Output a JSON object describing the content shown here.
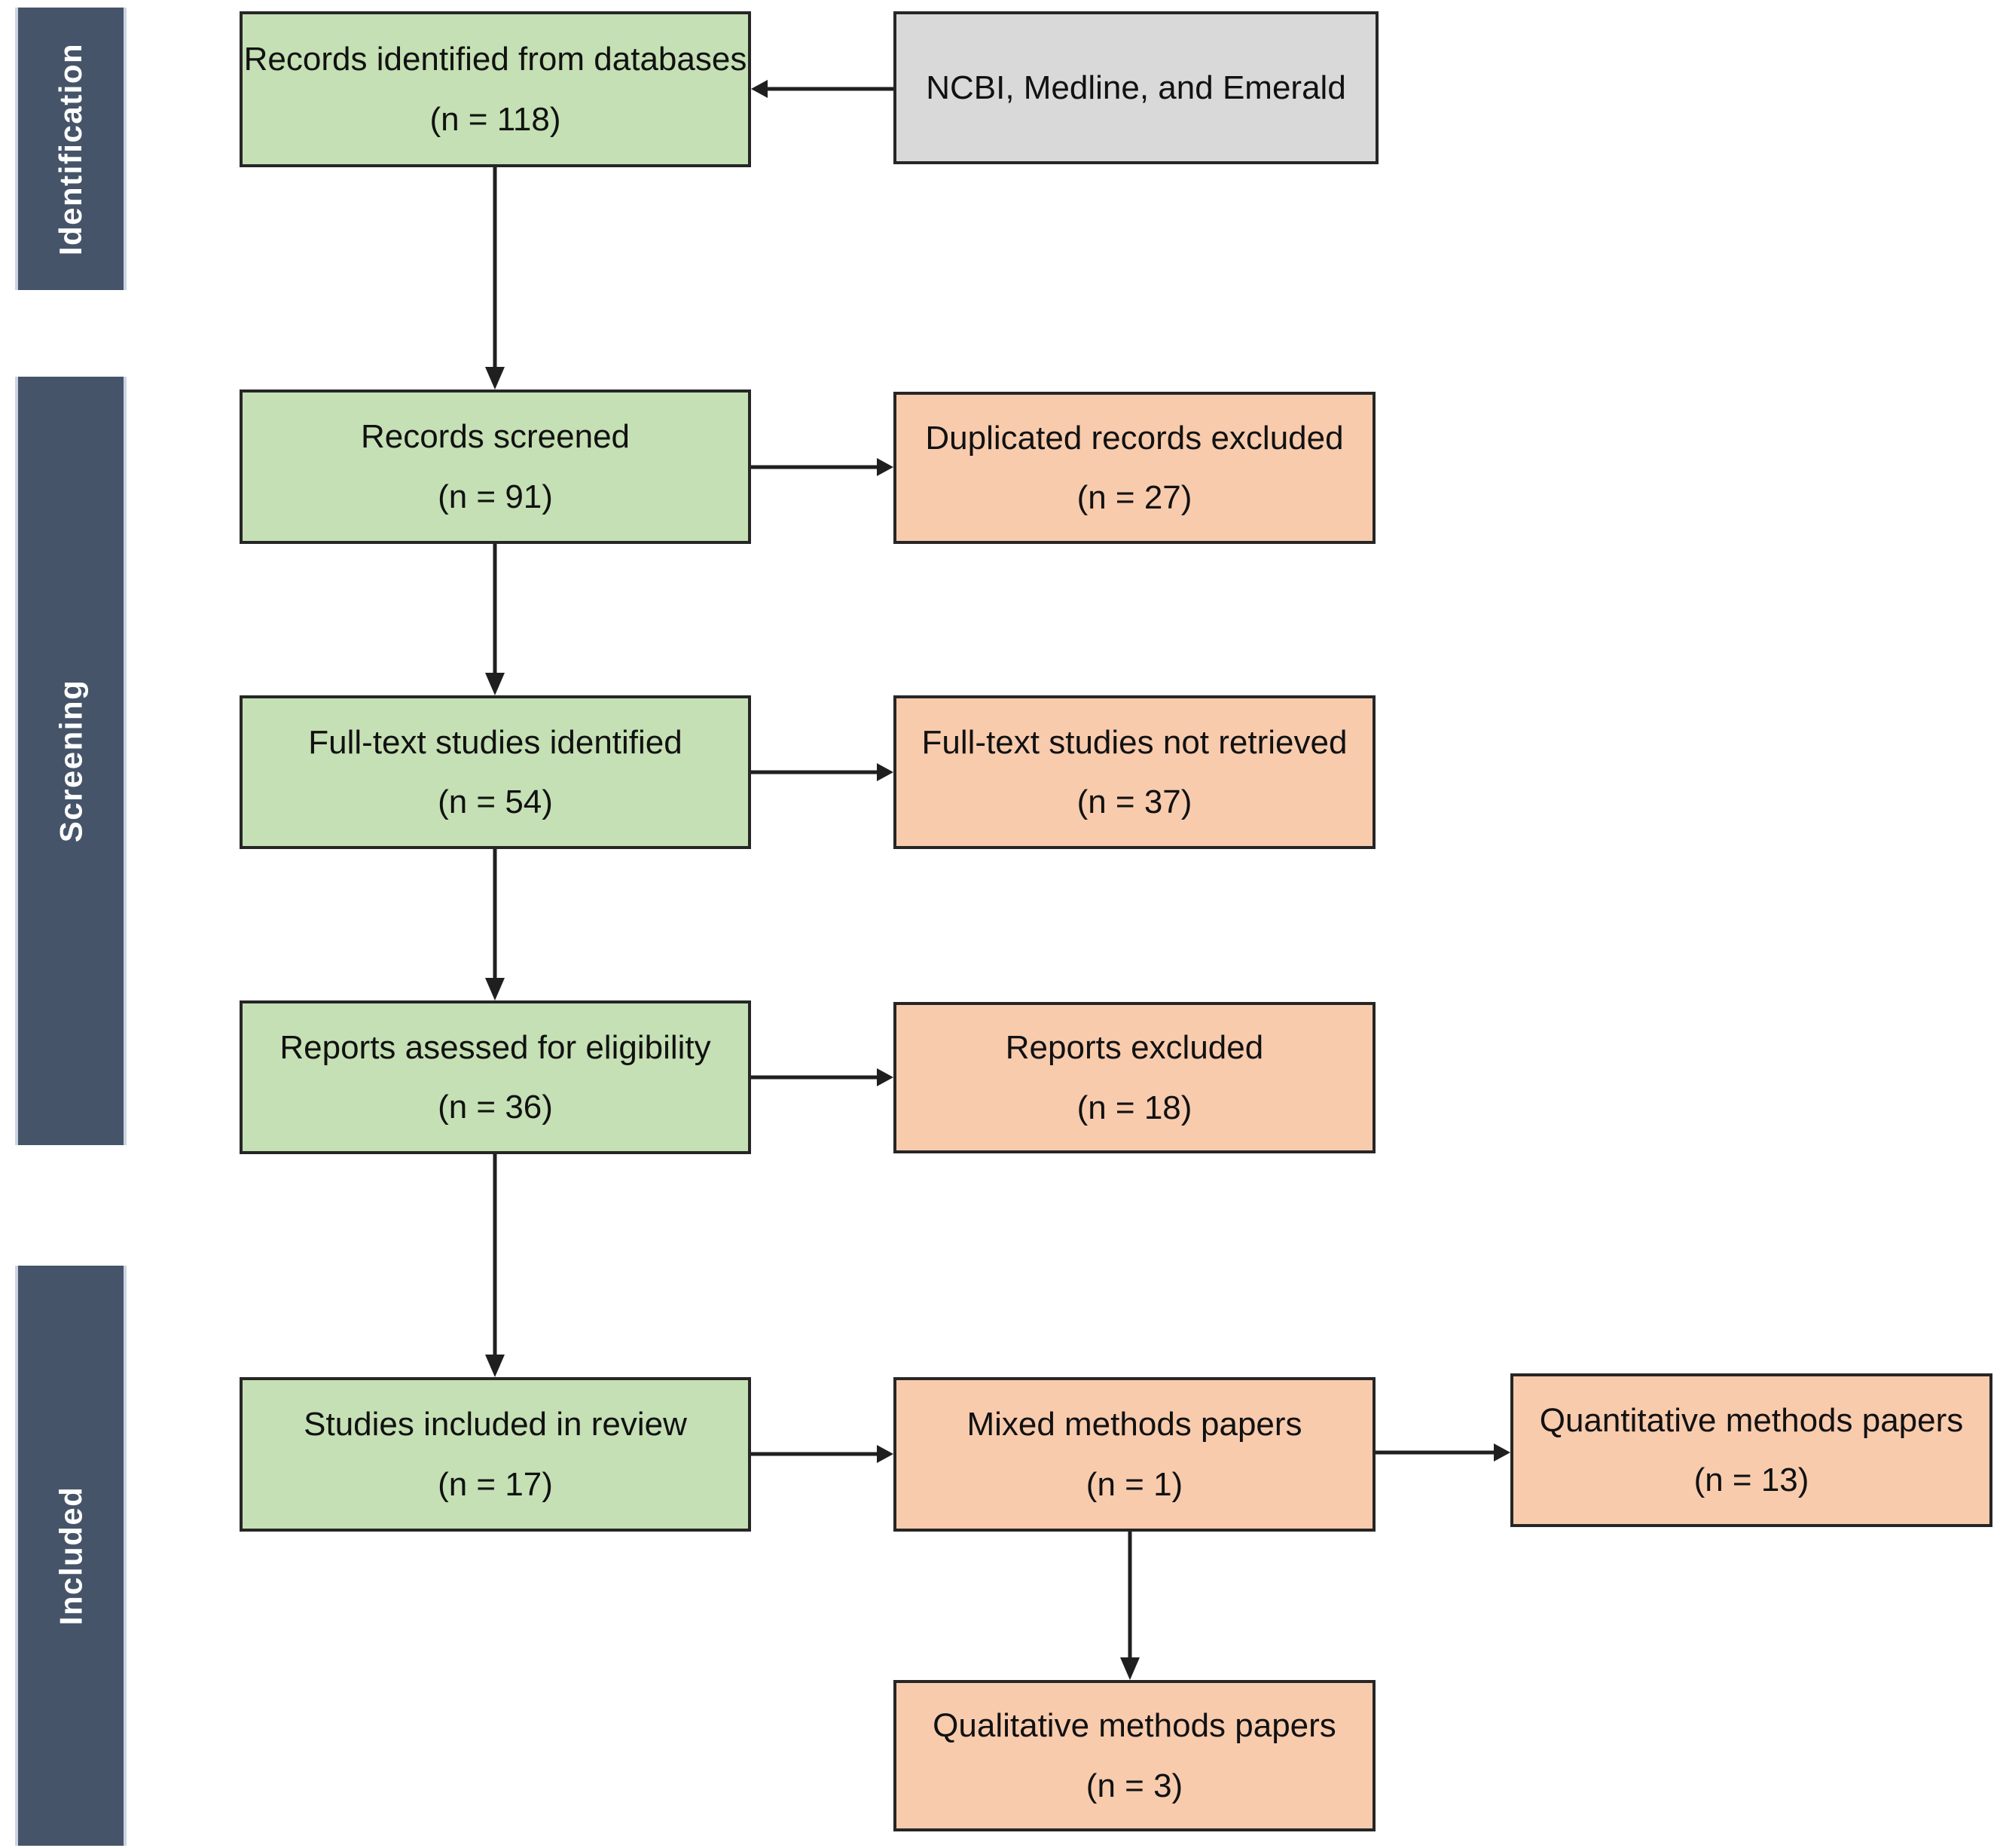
{
  "stages": [
    {
      "label": "Identification"
    },
    {
      "label": "Screening"
    },
    {
      "label": "Included"
    }
  ],
  "boxes": {
    "records_identified": {
      "label": "Records identified from databases",
      "count": "(n = 118)"
    },
    "databases": {
      "label": "NCBI, Medline, and Emerald"
    },
    "records_screened": {
      "label": "Records screened",
      "count": "(n = 91)"
    },
    "duplicates_excluded": {
      "label": "Duplicated records excluded",
      "count": "(n = 27)"
    },
    "fulltext_identified": {
      "label": "Full-text studies identified",
      "count": "(n = 54)"
    },
    "fulltext_not_retrieved": {
      "label": "Full-text studies not retrieved",
      "count": "(n = 37)"
    },
    "reports_assessed": {
      "label": "Reports asessed for eligibility",
      "count": "(n = 36)"
    },
    "reports_excluded": {
      "label": "Reports excluded",
      "count": "(n = 18)"
    },
    "studies_included": {
      "label": "Studies included in review",
      "count": "(n = 17)"
    },
    "mixed_methods": {
      "label": "Mixed methods papers",
      "count": "(n = 1)"
    },
    "quantitative_methods": {
      "label": "Quantitative methods papers",
      "count": "(n = 13)"
    },
    "qualitative_methods": {
      "label": "Qualitative methods papers",
      "count": "(n = 3)"
    }
  },
  "colors": {
    "stage_bg": "#455469",
    "green_bg": "#C5E0B4",
    "orange_bg": "#F8CBAD",
    "gray_bg": "#D9D9D9",
    "border": "#262626",
    "arrow": "#1f1f1f"
  }
}
